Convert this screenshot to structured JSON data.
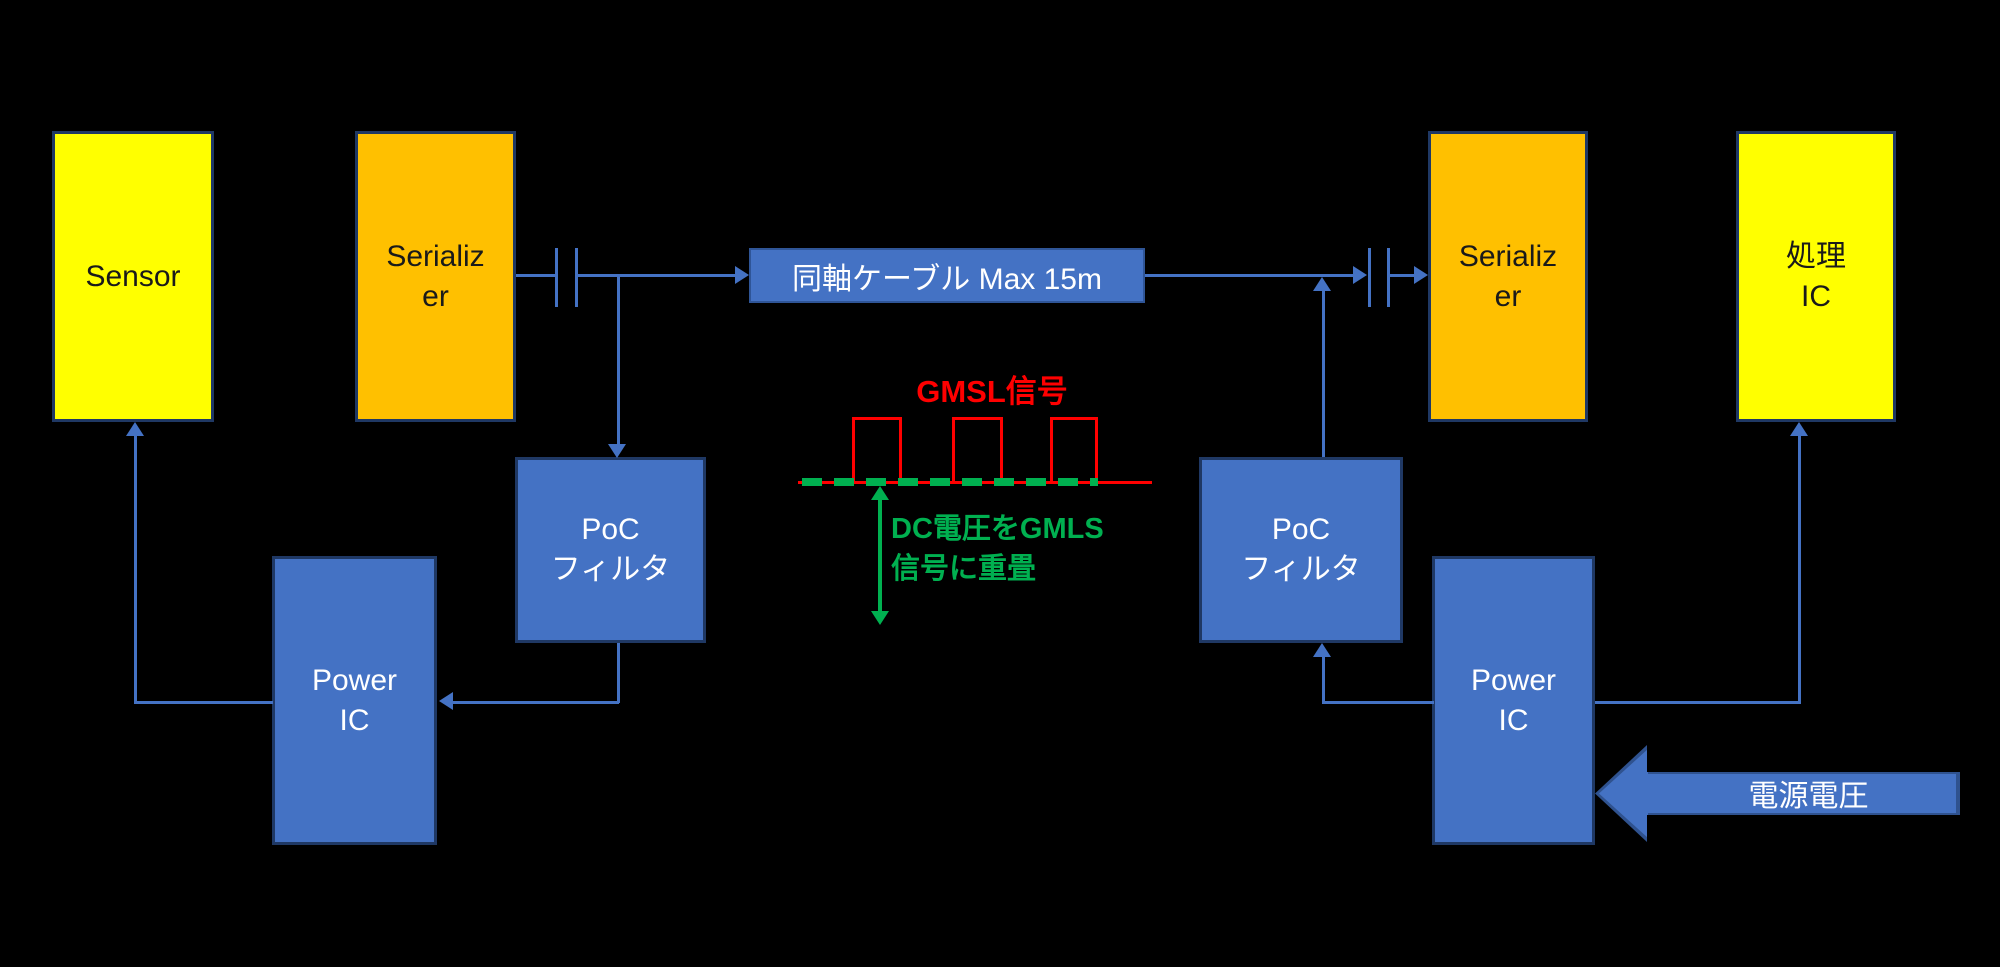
{
  "colors": {
    "background": "#000000",
    "box_yellow": "#FFFF00",
    "box_orange": "#FFC000",
    "box_blue": "#4472C4",
    "box_border_navy": "#1F3864",
    "wire_blue": "#4472C4",
    "signal_red": "#FF0000",
    "dc_green": "#00B050",
    "text_white": "#FFFFFF",
    "text_black": "#1A1A1A"
  },
  "nodes": {
    "sensor": {
      "label": "Sensor"
    },
    "serializer_left": {
      "label": "Serializ\ner"
    },
    "serializer_right": {
      "label": "Serializ\ner"
    },
    "processing_ic": {
      "label": "処理\nIC"
    },
    "poc_filter_left": {
      "label": "PoC\nフィルタ"
    },
    "poc_filter_right": {
      "label": "PoC\nフィルタ"
    },
    "power_ic_left": {
      "label": "Power\nIC"
    },
    "power_ic_right": {
      "label": "Power\nIC"
    }
  },
  "cable": {
    "label": "同軸ケーブル Max 15m"
  },
  "waveform": {
    "title": "GMSL信号",
    "note": "DC電圧をGMLS\n信号に重畳"
  },
  "power_input": {
    "label": "電源電圧"
  }
}
